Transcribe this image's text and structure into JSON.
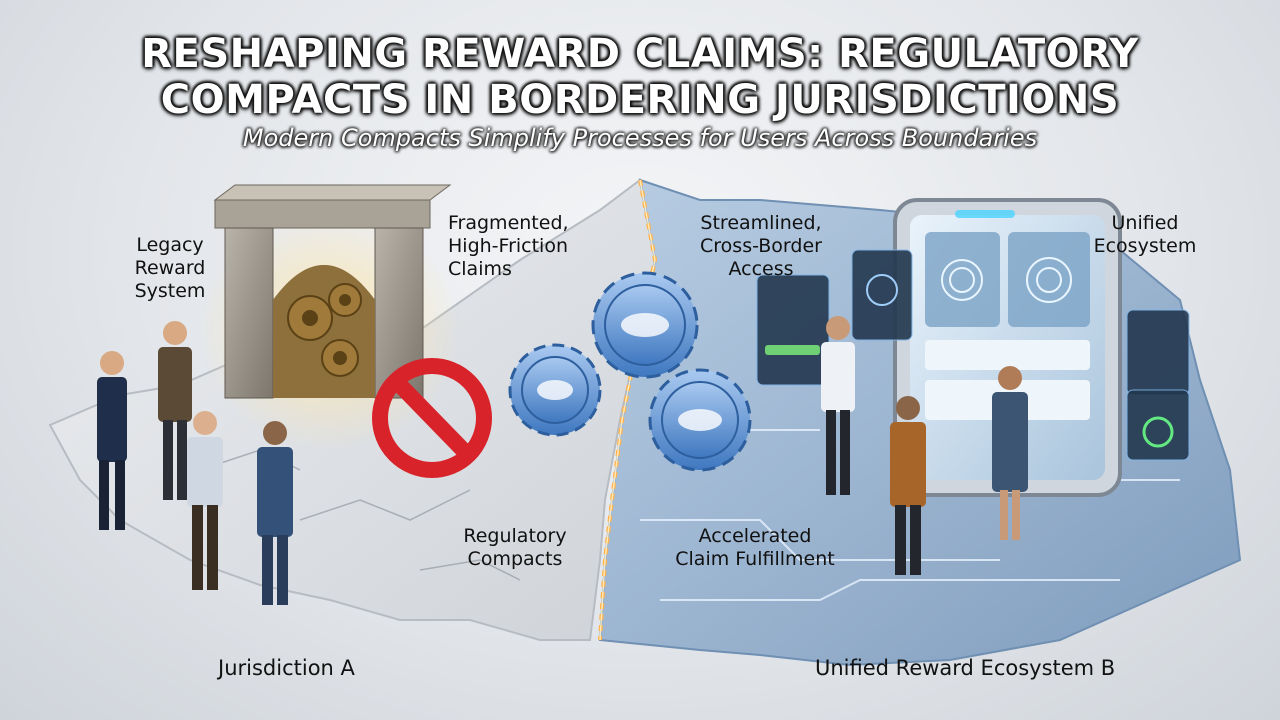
{
  "title_line1": "RESHAPING REWARD CLAIMS: REGULATORY",
  "title_line2": "COMPACTS IN BORDERING JURISDICTIONS",
  "subtitle": "Modern Compacts Simplify Processes for Users Across Boundaries",
  "labels": {
    "legacy": "Legacy\nReward\nSystem",
    "fragmented": "Fragmented,\nHigh-Friction\nClaims",
    "streamlined": "Streamlined,\nCross-Border\nAccess",
    "unified": "Unified\nEcosystem",
    "regulatory": "Regulatory\nCompacts",
    "accelerated": "Accelerated\nClaim Fulfillment",
    "jurisdiction_a": "Jurisdiction A",
    "ecosystem_b": "Unified Reward Ecosystem B"
  },
  "icons": [
    "gear-icon",
    "prohibited-icon",
    "fingerprint-icon",
    "tablet-icon"
  ],
  "colors": {
    "region_a": "#dfe2e6",
    "region_b": "#9fb9d6",
    "accent_blue": "#3b86d8",
    "prohibit_red": "#d8232a",
    "border_glow": "#ffb14a"
  }
}
